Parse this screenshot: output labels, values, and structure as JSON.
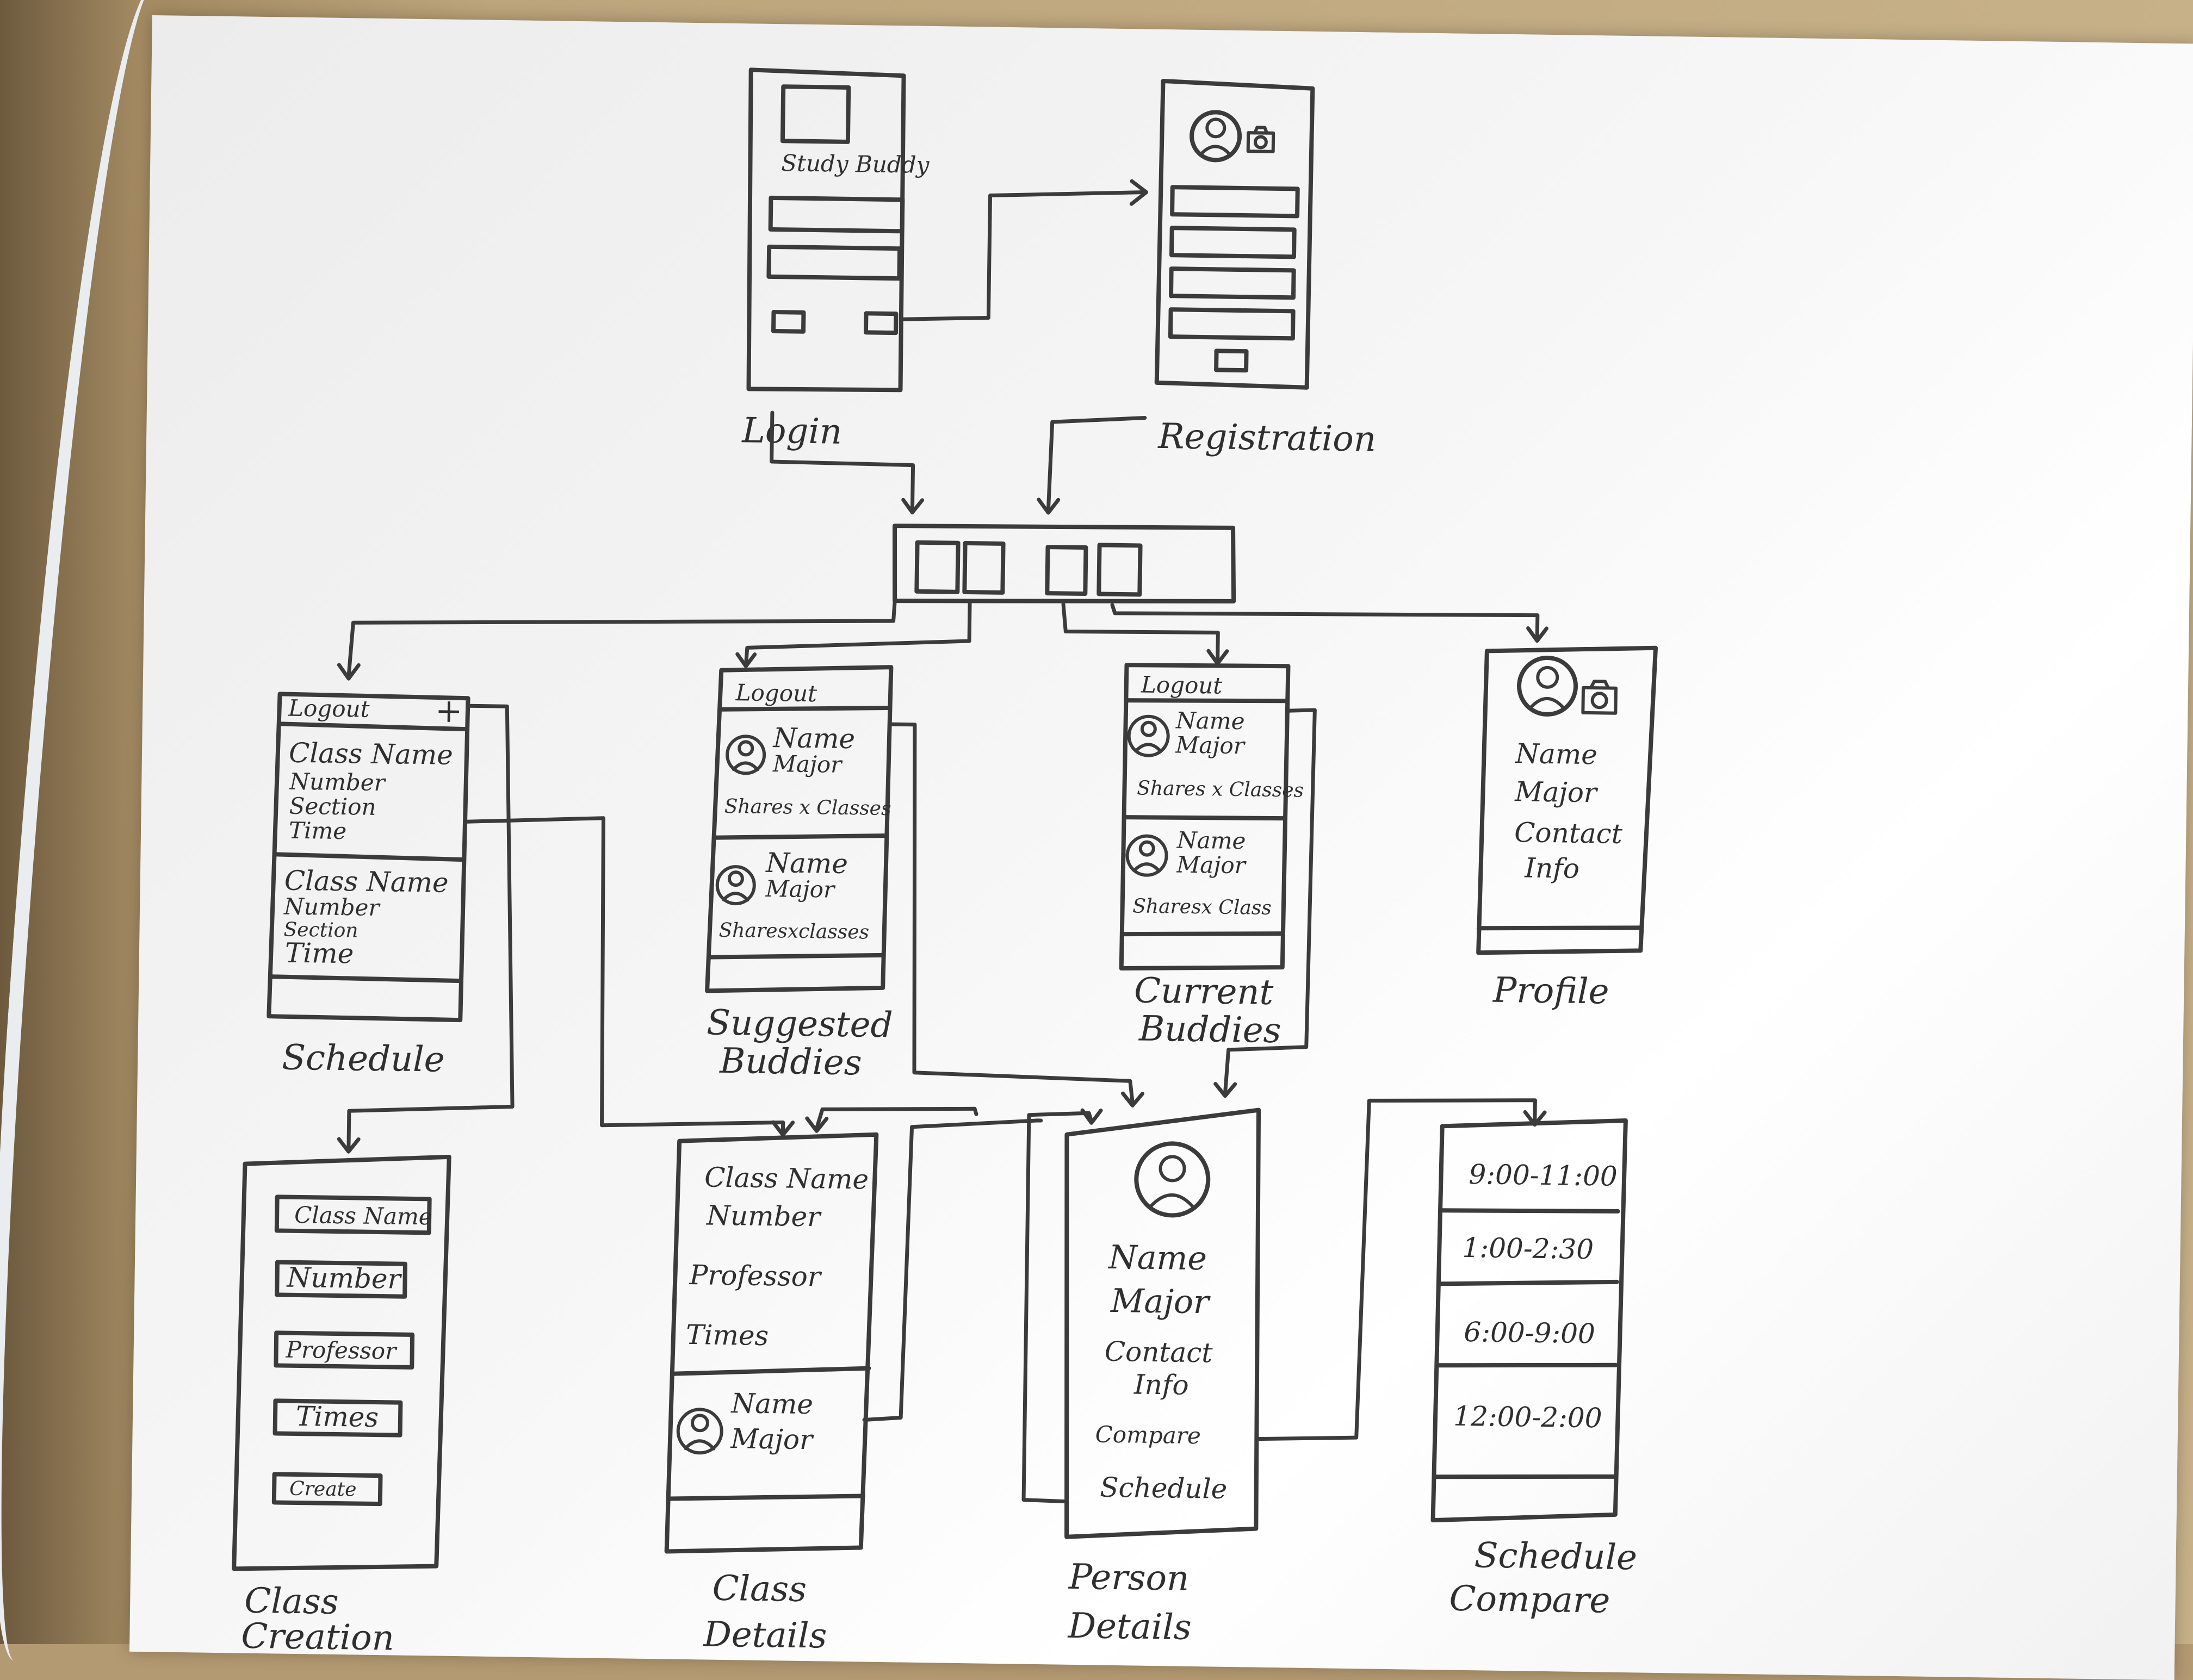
{
  "screens": {
    "login": {
      "title": "Study Buddy",
      "label": "Login"
    },
    "registration": {
      "label": "Registration"
    },
    "schedule": {
      "label": "Schedule",
      "logout": "Logout",
      "add": "+",
      "items": [
        {
          "name": "Class Name",
          "number": "Number",
          "section": "Section",
          "time": "Time"
        },
        {
          "name": "Class Name",
          "number": "Number",
          "section": "Section",
          "time": "Time"
        }
      ]
    },
    "suggested": {
      "label_line1": "Suggested",
      "label_line2": "Buddies",
      "logout": "Logout",
      "items": [
        {
          "name": "Name",
          "major": "Major",
          "shares": "Shares x Classes"
        },
        {
          "name": "Name",
          "major": "Major",
          "shares": "Sharesxclasses"
        }
      ]
    },
    "current": {
      "label_line1": "Current",
      "label_line2": "Buddies",
      "logout": "Logout",
      "items": [
        {
          "name": "Name",
          "major": "Major",
          "shares": "Shares x Classes"
        },
        {
          "name": "Name",
          "major": "Major",
          "shares": "Sharesx Class"
        }
      ]
    },
    "profile": {
      "label": "Profile",
      "name": "Name",
      "major": "Major",
      "contact1": "Contact",
      "contact2": "Info"
    },
    "class_creation": {
      "label_line1": "Class",
      "label_line2": "Creation",
      "fields": [
        "Class Name",
        "Number",
        "Professor",
        "Times"
      ],
      "button": "Create"
    },
    "class_details": {
      "label_line1": "Class",
      "label_line2": "Details",
      "name": "Class Name",
      "number": "Number",
      "professor": "Professor",
      "times": "Times",
      "member_name": "Name",
      "member_major": "Major"
    },
    "person_details": {
      "label_line1": "Person",
      "label_line2": "Details",
      "name": "Name",
      "major": "Major",
      "contact1": "Contact",
      "contact2": "Info",
      "compare1": "Compare",
      "compare2": "Schedule"
    },
    "schedule_compare": {
      "label_line1": "Schedule",
      "label_line2": "Compare",
      "slots": [
        "9:00-11:00",
        "1:00-2:30",
        "6:00-9:00",
        "12:00-2:00"
      ]
    }
  }
}
